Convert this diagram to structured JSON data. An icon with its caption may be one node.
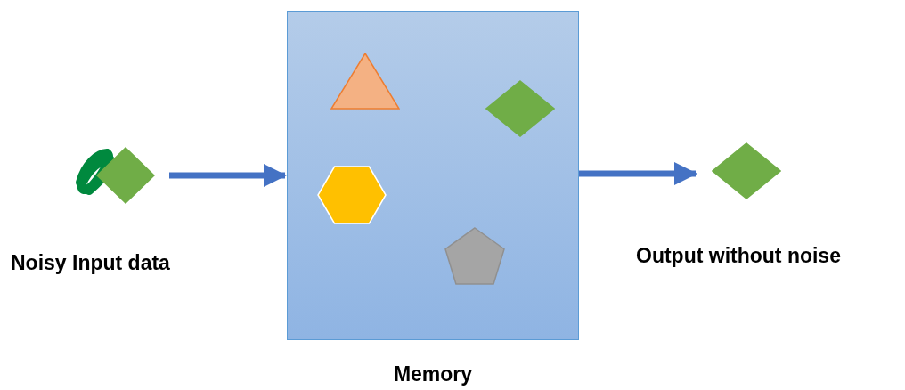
{
  "diagram": {
    "nodes": [
      {
        "text": [],
        "shape": "diamond",
        "beside": [
          "Noisy Input data"
        ]
      },
      {
        "text": [
          "Memory"
        ]
      },
      {
        "text": [],
        "shape": "triangle",
        "in": 1
      },
      {
        "text": [],
        "shape": "diamond",
        "in": 1
      },
      {
        "text": [],
        "shape": "hexagon",
        "in": 1
      },
      {
        "text": [],
        "shape": "pentagon",
        "in": 1
      },
      {
        "text": [],
        "shape": "diamond",
        "beside": [
          "Output without noise"
        ]
      }
    ],
    "edges": [
      {
        "from": 0,
        "to": 1,
        "arrow": "to",
        "color": "#4472c4"
      },
      {
        "from": 1,
        "to": 6,
        "arrow": "to",
        "color": "#4472c4"
      }
    ]
  }
}
